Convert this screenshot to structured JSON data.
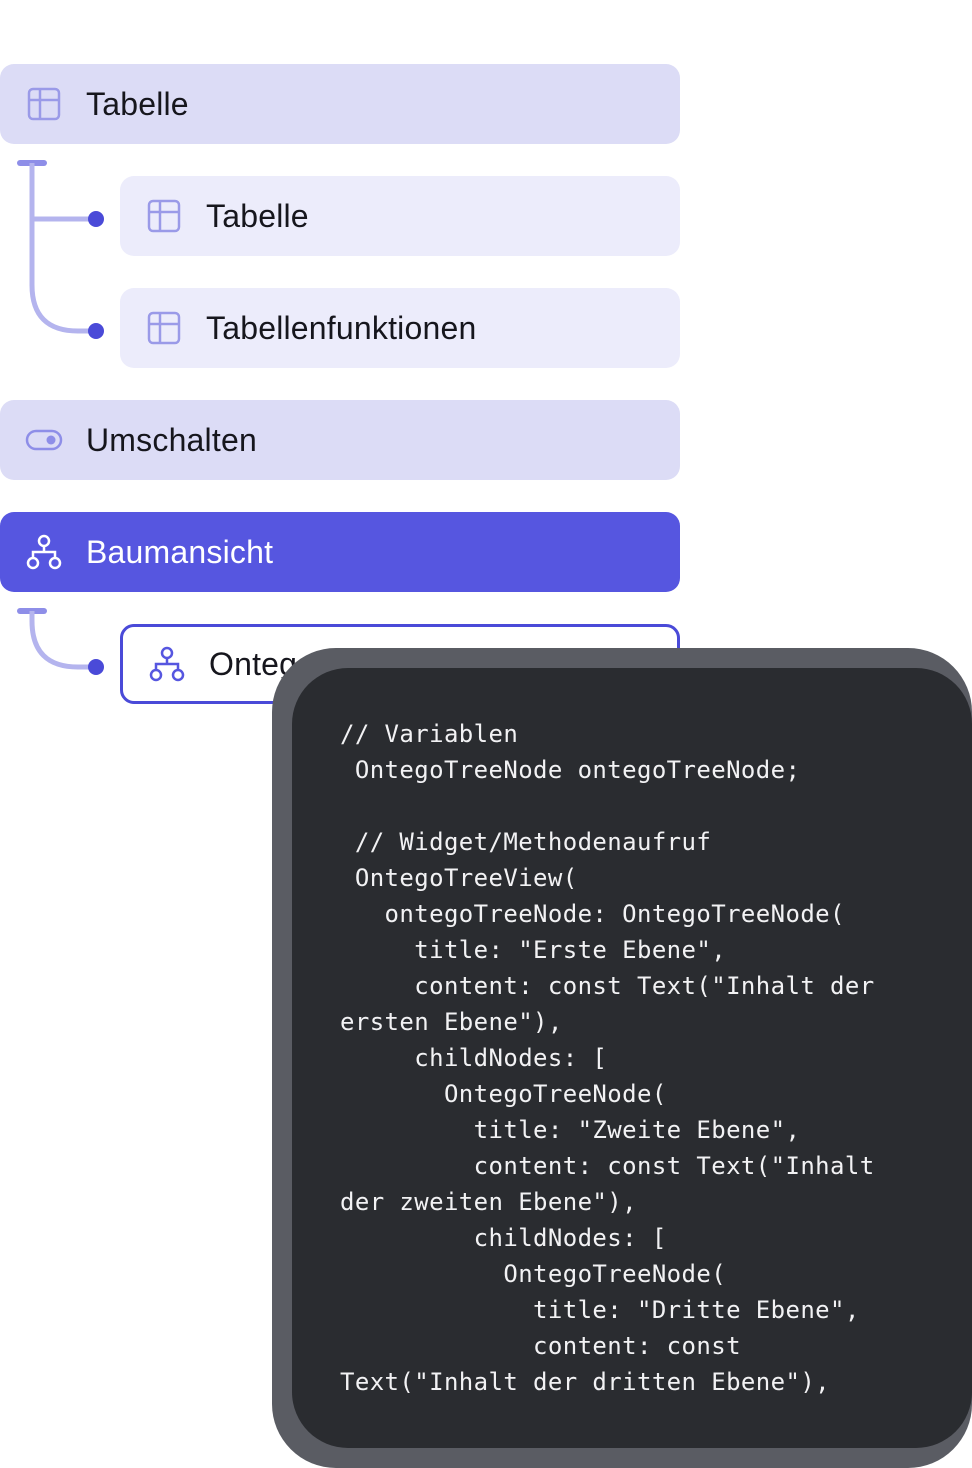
{
  "tree": {
    "items": [
      {
        "label": "Tabelle",
        "icon": "table-icon"
      },
      {
        "label": "Tabelle",
        "icon": "table-icon"
      },
      {
        "label": "Tabellenfunktionen",
        "icon": "table-icon"
      },
      {
        "label": "Umschalten",
        "icon": "toggle-icon"
      },
      {
        "label": "Baumansicht",
        "icon": "tree-icon"
      },
      {
        "label": "Ontego",
        "icon": "tree-icon"
      }
    ]
  },
  "code": {
    "text": "// Variablen\n OntegoTreeNode ontegoTreeNode;\n\n // Widget/Methodenaufruf\n OntegoTreeView(\n   ontegoTreeNode: OntegoTreeNode(\n     title: \"Erste Ebene\",\n     content: const Text(\"Inhalt der\nersten Ebene\"),\n     childNodes: [\n       OntegoTreeNode(\n         title: \"Zweite Ebene\",\n         content: const Text(\"Inhalt\nder zweiten Ebene\"),\n         childNodes: [\n           OntegoTreeNode(\n             title: \"Dritte Ebene\",\n             content: const\nText(\"Inhalt der dritten Ebene\"),"
  },
  "colors": {
    "accent": "#5656e0",
    "item_bg": "#dcdcf6",
    "child_bg": "#ececfb",
    "connector": "#b4b4ee",
    "dot": "#4a4ad8",
    "code_bg": "#2a2c30",
    "code_shadow": "#5a5c63"
  }
}
